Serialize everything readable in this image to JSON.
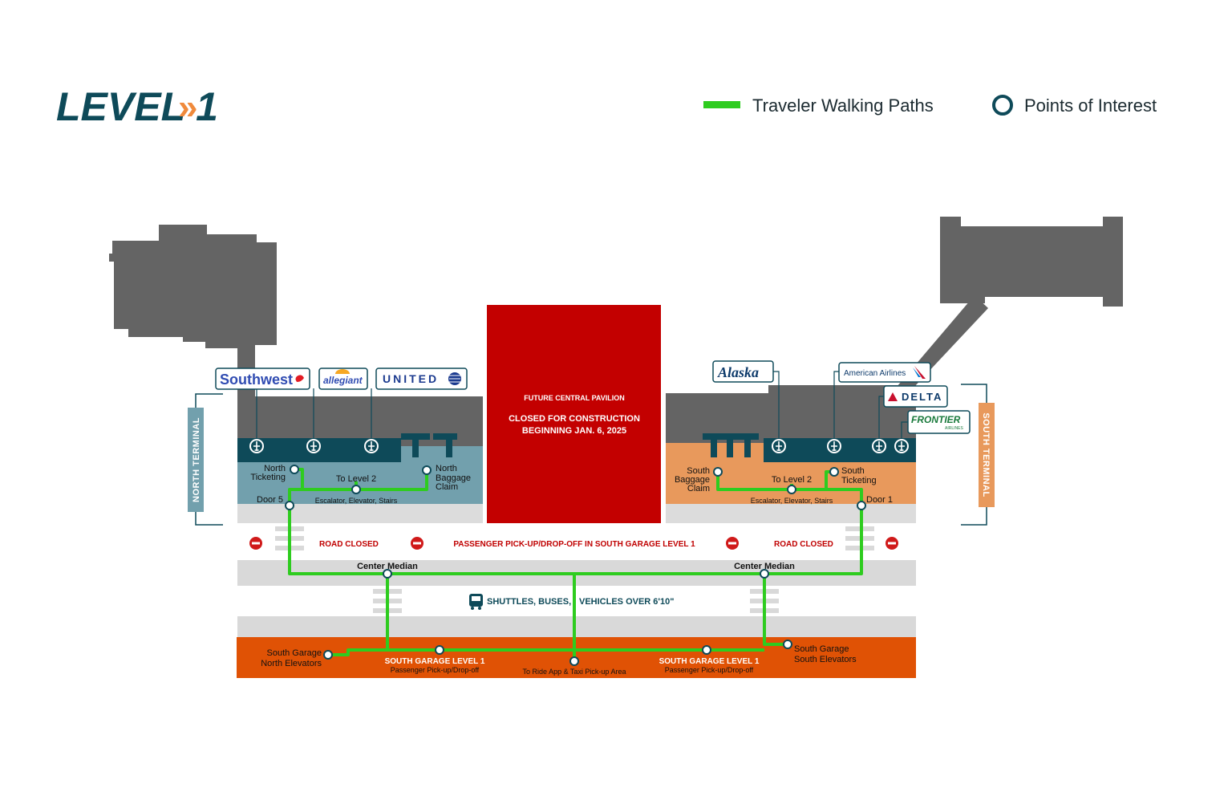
{
  "header": {
    "title": "LEVEL 1",
    "arrow_glyph": "»",
    "legend": {
      "paths_label": "Traveler Walking Paths",
      "poi_label": "Points of Interest"
    }
  },
  "colors": {
    "title": "#0e4a59",
    "arrow": "#f08a3c",
    "path": "#2ecc1f",
    "poi_ring": "#0e4a59",
    "building": "#646464",
    "north_terminal": "#72a0ad",
    "south_terminal": "#e8995c",
    "band_dark": "#0e4a59",
    "pavilion": "#c30000",
    "garage": "#e05205",
    "road": "#d9d9d9",
    "road_closed": "#d01a1a"
  },
  "terminals": {
    "north_label": "NORTH TERMINAL",
    "south_label": "SOUTH TERMINAL"
  },
  "airlines": {
    "southwest": "Southwest",
    "allegiant": "allegiant",
    "united": "UNITED",
    "alaska": "Alaska",
    "american": "American Airlines",
    "delta": "DELTA",
    "frontier": "FRONTIER",
    "frontier_sub": "AIRLINES"
  },
  "pavilion": {
    "line1": "FUTURE CENTRAL PAVILION",
    "line2": "CLOSED FOR CONSTRUCTION",
    "line3": "BEGINNING JAN. 6, 2025"
  },
  "north": {
    "ticketing_1": "North",
    "ticketing_2": "Ticketing",
    "to_level2": "To Level 2",
    "esc": "Escalator, Elevator, Stairs",
    "baggage_1": "North",
    "baggage_2": "Baggage",
    "baggage_3": "Claim",
    "door": "Door 5"
  },
  "south": {
    "baggage_1": "South",
    "baggage_2": "Baggage",
    "baggage_3": "Claim",
    "to_level2": "To Level 2",
    "esc": "Escalator, Elevator, Stairs",
    "ticketing_1": "South",
    "ticketing_2": "Ticketing",
    "door": "Door 1"
  },
  "roads": {
    "road_closed_left": "ROAD CLOSED",
    "road_closed_right": "ROAD CLOSED",
    "pickup_notice": "PASSENGER PICK-UP/DROP-OFF IN SOUTH GARAGE LEVEL 1",
    "median_left": "Center Median",
    "median_right": "Center Median",
    "shuttles": "SHUTTLES, BUSES,",
    "vehicles": "VEHICLES OVER 6'10\""
  },
  "garage": {
    "north_elev_1": "South Garage",
    "north_elev_2": "North Elevators",
    "level1_left": "SOUTH GARAGE LEVEL 1",
    "pickup_left": "Passenger Pick-up/Drop-off",
    "rideapp": "To Ride App & Taxi Pick-up Area",
    "level1_right": "SOUTH GARAGE LEVEL 1",
    "pickup_right": "Passenger Pick-up/Drop-off",
    "south_elev_1": "South Garage",
    "south_elev_2": "South Elevators"
  }
}
